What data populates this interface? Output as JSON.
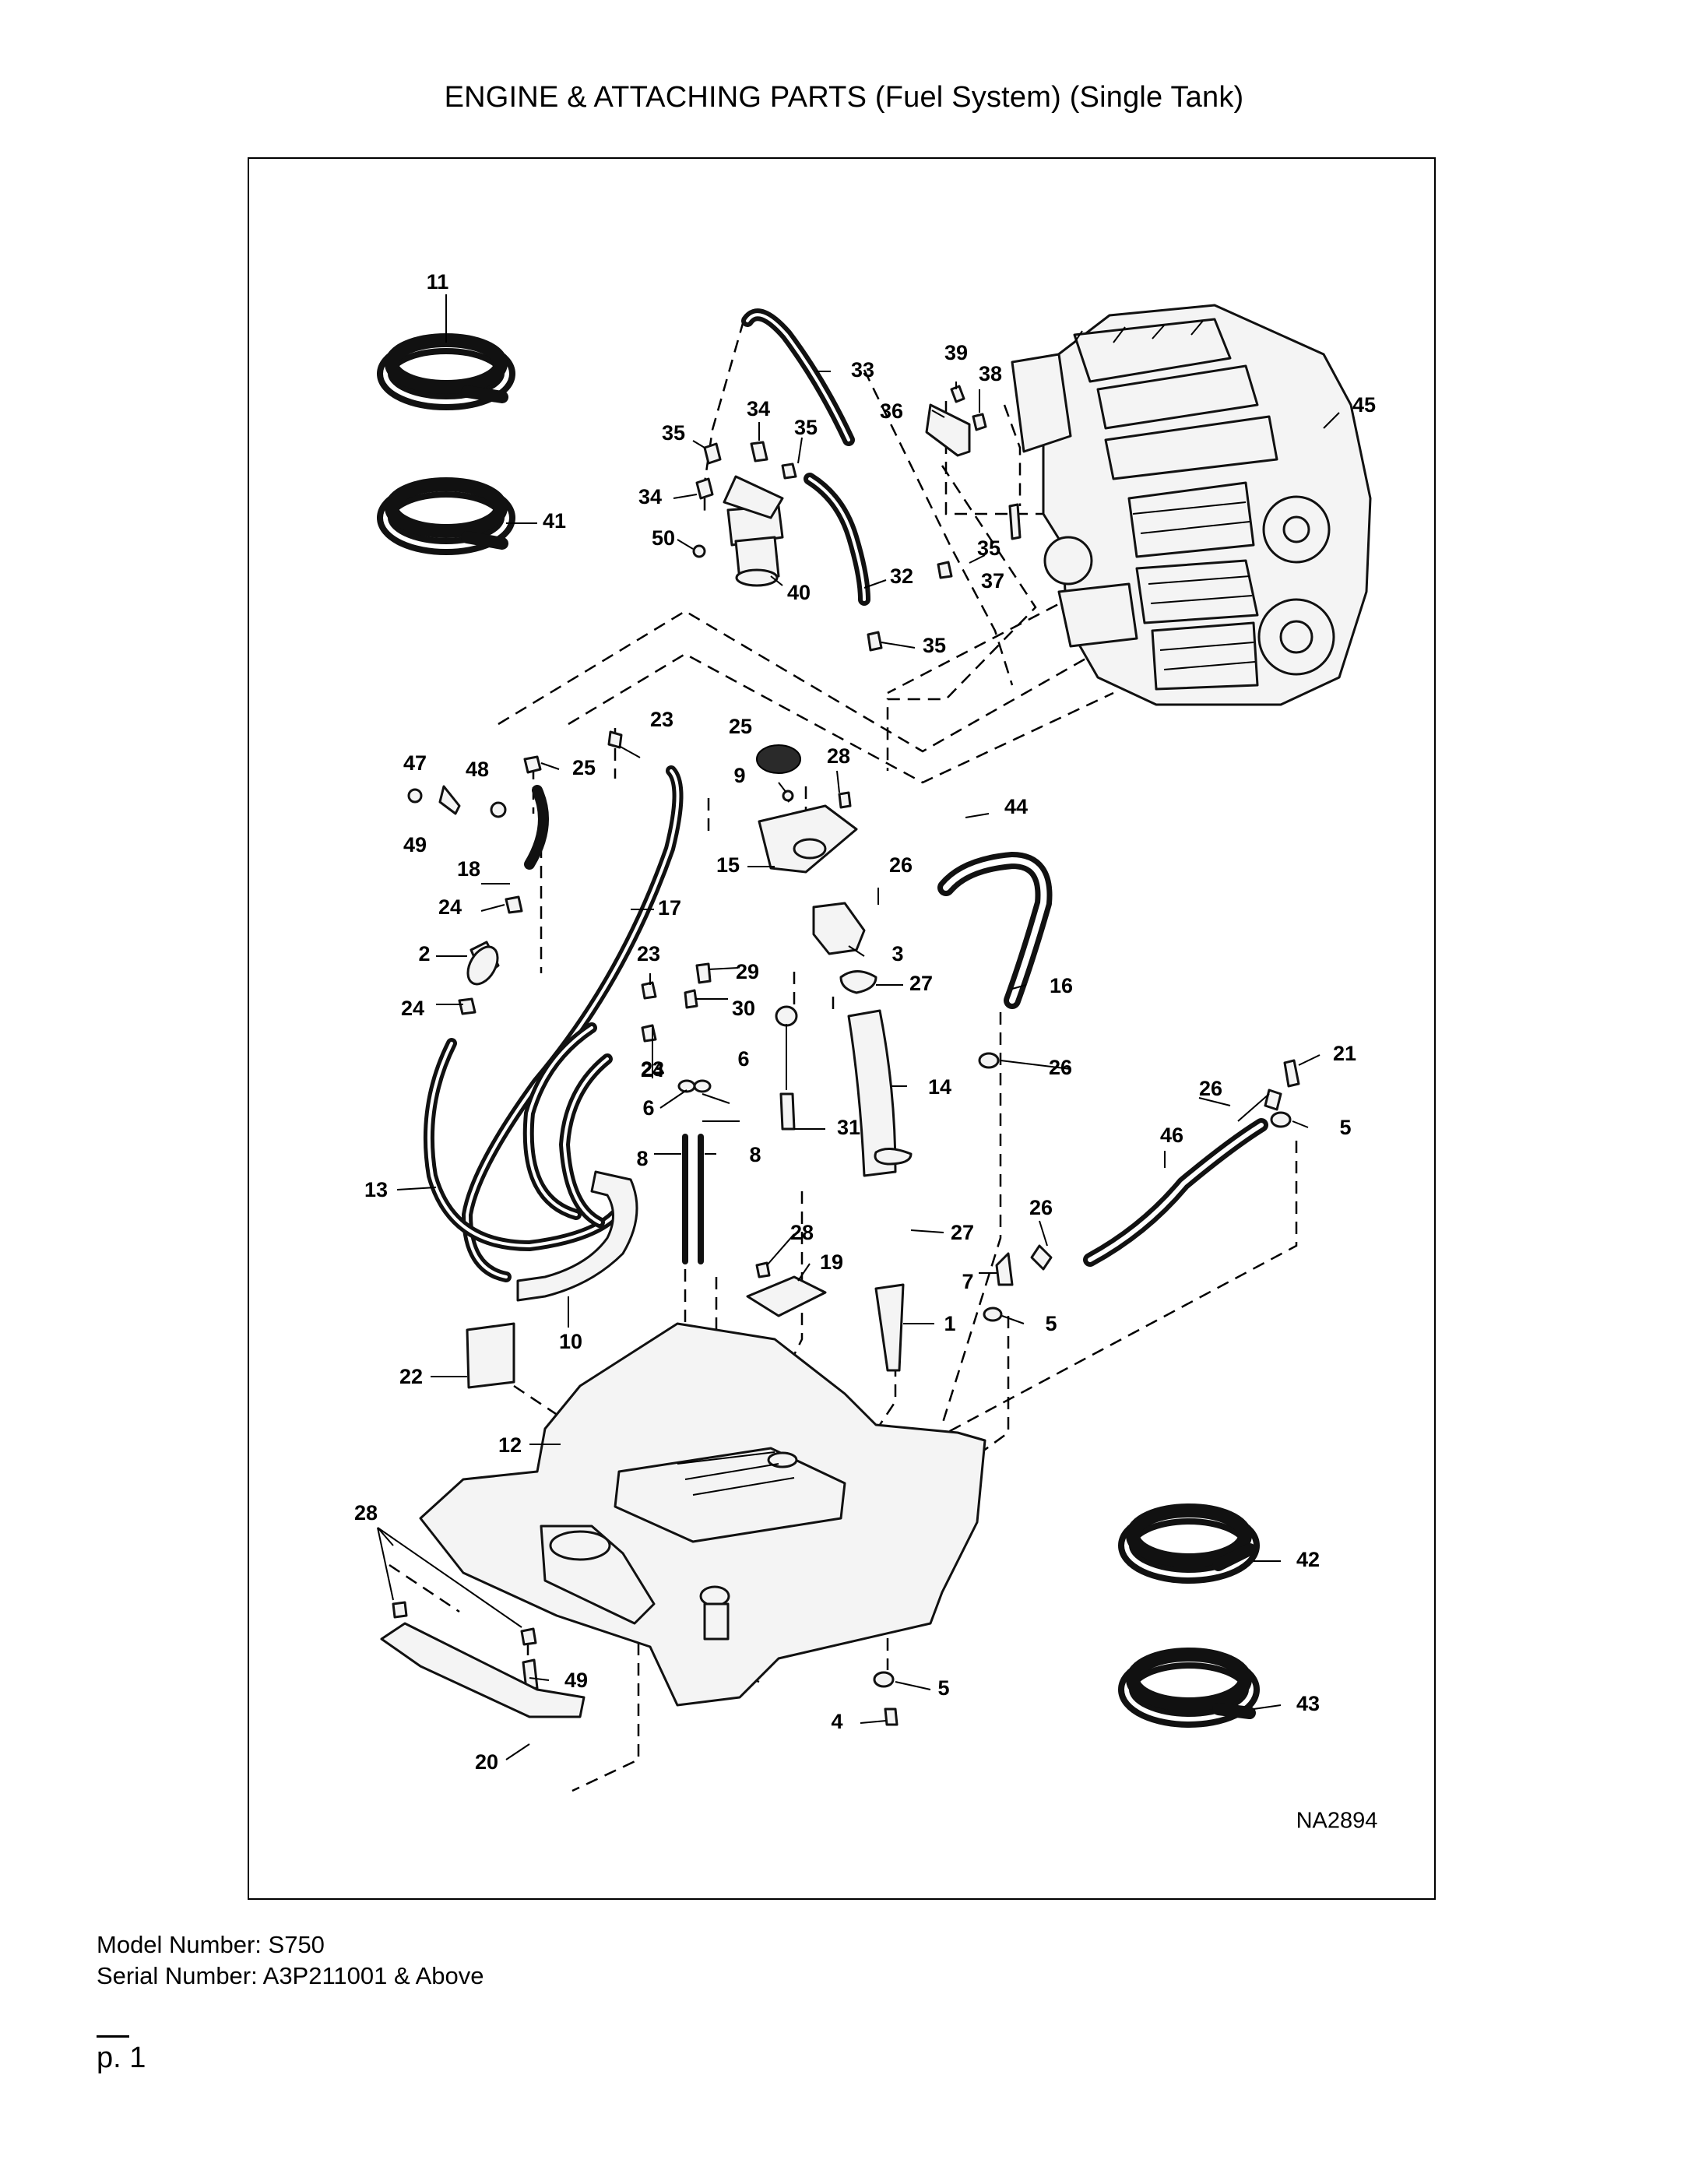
{
  "page": {
    "title": "ENGINE & ATTACHING PARTS (Fuel System) (Single Tank)",
    "model_number": "Model Number: S750",
    "serial_number": "Serial Number: A3P211001 & Above",
    "page_number": "p. 1"
  },
  "diagram": {
    "drawing_id": "NA2894",
    "callouts": [
      "11",
      "41",
      "33",
      "39",
      "38",
      "36",
      "34",
      "35",
      "35",
      "34",
      "50",
      "40",
      "32",
      "35",
      "37",
      "35",
      "45",
      "23",
      "25",
      "47",
      "48",
      "25",
      "49",
      "28",
      "9",
      "18",
      "15",
      "17",
      "24",
      "26",
      "44",
      "2",
      "3",
      "23",
      "29",
      "24",
      "30",
      "27",
      "16",
      "23",
      "6",
      "31",
      "24",
      "6",
      "8",
      "14",
      "26",
      "8",
      "26",
      "21",
      "5",
      "13",
      "46",
      "28",
      "19",
      "26",
      "27",
      "7",
      "10",
      "1",
      "5",
      "22",
      "12",
      "28",
      "42",
      "49",
      "5",
      "43",
      "20",
      "4"
    ]
  }
}
